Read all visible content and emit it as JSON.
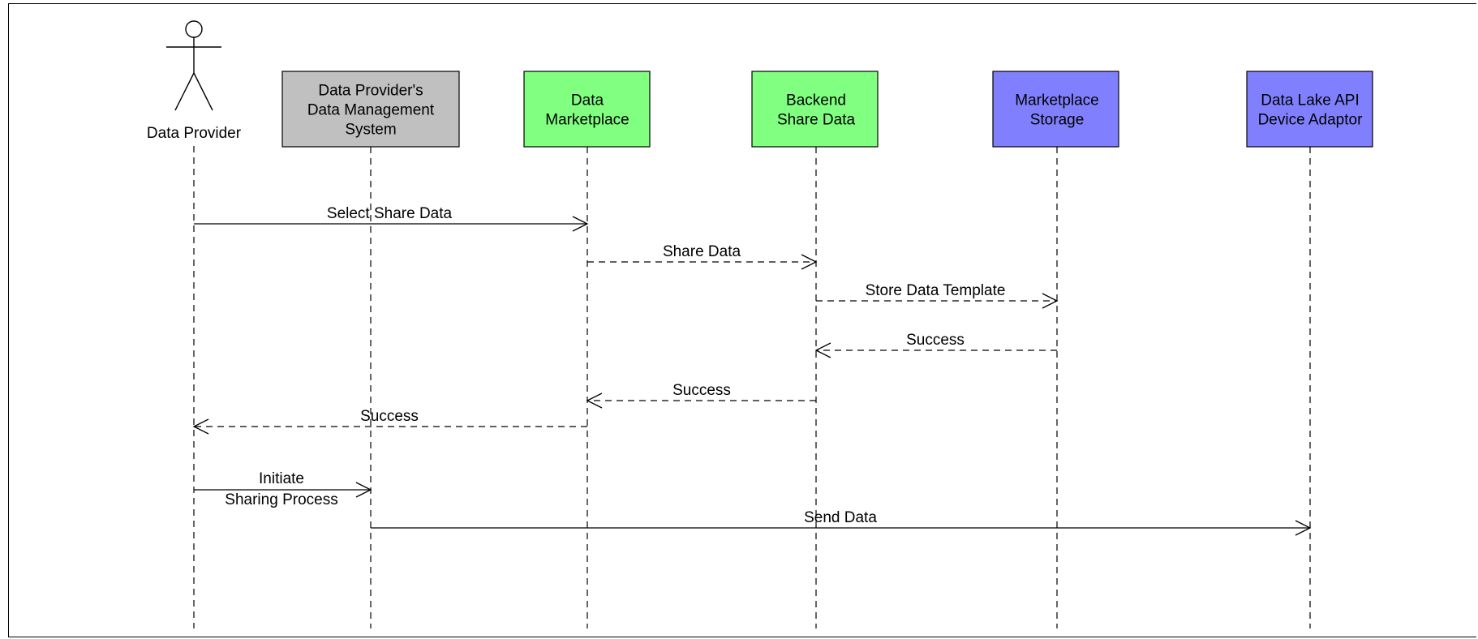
{
  "diagram": {
    "type": "sequence",
    "actor": {
      "label": "Data Provider"
    },
    "lifelines": [
      {
        "id": "dms",
        "lines": [
          "Data Provider's",
          "Data Management",
          "System"
        ],
        "fill": "#c0c0c0"
      },
      {
        "id": "market",
        "lines": [
          "Data",
          "Marketplace"
        ],
        "fill": "#80ff80"
      },
      {
        "id": "backend",
        "lines": [
          "Backend",
          "Share Data"
        ],
        "fill": "#80ff80"
      },
      {
        "id": "storage",
        "lines": [
          "Marketplace",
          "Storage"
        ],
        "fill": "#8080ff"
      },
      {
        "id": "datalake",
        "lines": [
          "Data Lake API",
          "Device Adaptor"
        ],
        "fill": "#8080ff"
      }
    ],
    "messages": [
      {
        "id": "m1",
        "lines": [
          "Select Share Data"
        ],
        "style": "solid"
      },
      {
        "id": "m2",
        "lines": [
          "Share Data"
        ],
        "style": "dashed"
      },
      {
        "id": "m3",
        "lines": [
          "Store Data Template"
        ],
        "style": "dashed"
      },
      {
        "id": "m4",
        "lines": [
          "Success"
        ],
        "style": "dashed"
      },
      {
        "id": "m5",
        "lines": [
          "Success"
        ],
        "style": "dashed"
      },
      {
        "id": "m6",
        "lines": [
          "Success"
        ],
        "style": "dashed"
      },
      {
        "id": "m7",
        "lines": [
          "Initiate",
          "Sharing Process"
        ],
        "style": "solid"
      },
      {
        "id": "m8",
        "lines": [
          "Send Data"
        ],
        "style": "solid"
      }
    ]
  }
}
